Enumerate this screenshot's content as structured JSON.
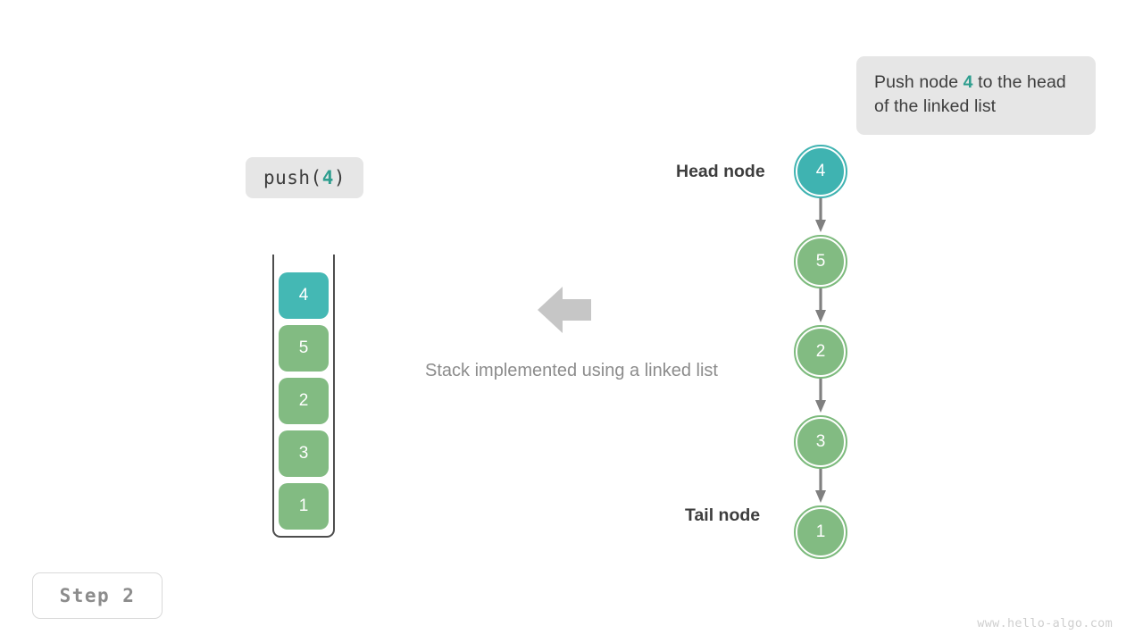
{
  "callout": {
    "prefix": "Push node ",
    "value": "4",
    "suffix": " to the head of the linked list"
  },
  "operation": {
    "name": "push",
    "open_paren": "(",
    "arg": "4",
    "close_paren": ")"
  },
  "caption": "Stack implemented using a linked list",
  "step_badge": "Step 2",
  "watermark": "www.hello-algo.com",
  "stack": {
    "cells": [
      {
        "value": "4",
        "highlight": true
      },
      {
        "value": "5",
        "highlight": false
      },
      {
        "value": "2",
        "highlight": false
      },
      {
        "value": "3",
        "highlight": false
      },
      {
        "value": "1",
        "highlight": false
      }
    ]
  },
  "linked_list": {
    "head_label": "Head node",
    "tail_label": "Tail node",
    "nodes": [
      {
        "value": "4",
        "highlight": true
      },
      {
        "value": "5",
        "highlight": false
      },
      {
        "value": "2",
        "highlight": false
      },
      {
        "value": "3",
        "highlight": false
      },
      {
        "value": "1",
        "highlight": false
      }
    ]
  },
  "colors": {
    "highlight": "#3fb3b1",
    "node": "#82bb82",
    "chip_bg": "#e6e6e6",
    "text_dark": "#3d3d3d",
    "text_muted": "#8c8c8c",
    "arrow": "#808080",
    "big_arrow": "#c6c6c6"
  }
}
